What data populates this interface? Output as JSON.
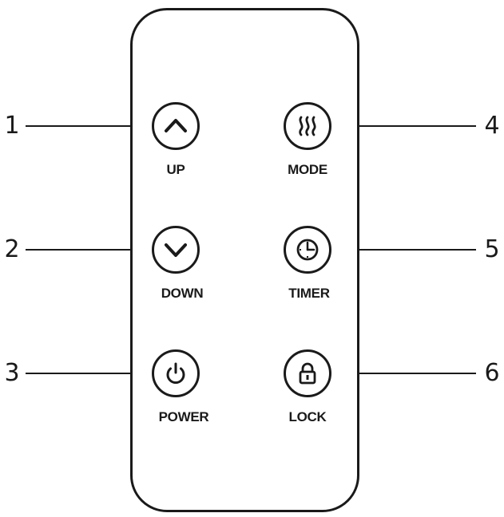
{
  "callouts": [
    "1",
    "2",
    "3",
    "4",
    "5",
    "6"
  ],
  "buttons": [
    {
      "label": "UP",
      "icon": "chevron-up-icon"
    },
    {
      "label": "DOWN",
      "icon": "chevron-down-icon"
    },
    {
      "label": "POWER",
      "icon": "power-icon"
    },
    {
      "label": "MODE",
      "icon": "heat-waves-icon"
    },
    {
      "label": "TIMER",
      "icon": "clock-icon"
    },
    {
      "label": "LOCK",
      "icon": "lock-icon"
    }
  ],
  "colors": {
    "stroke": "#1a1a1a",
    "background": "#ffffff"
  }
}
